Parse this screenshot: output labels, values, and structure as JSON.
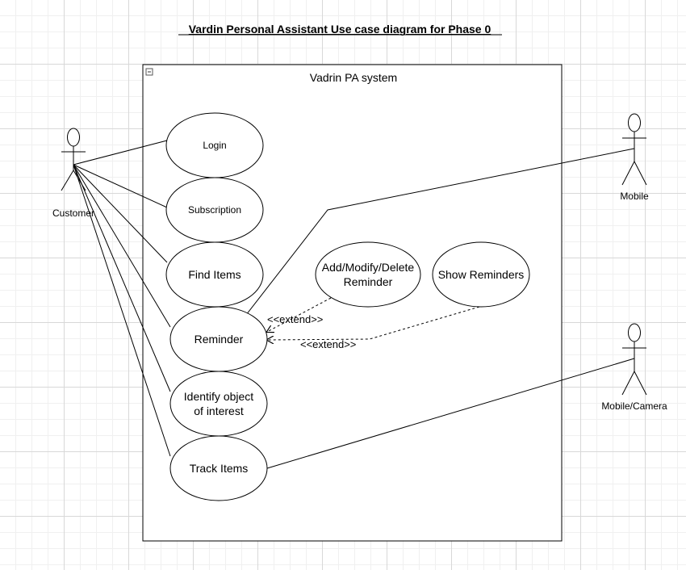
{
  "title": "Vardin Personal Assistant Use case diagram for Phase 0",
  "system": {
    "label": "Vadrin PA system",
    "collapse_icon": "minus-box-icon"
  },
  "actors": {
    "customer": "Customer",
    "mobile": "Mobile",
    "mobile_camera": "Mobile/Camera"
  },
  "use_cases": {
    "login": "Login",
    "subscription": "Subscription",
    "find_items": "Find Items",
    "reminder": "Reminder",
    "identify_line1": "Identify object",
    "identify_line2": "of interest",
    "track_items": "Track Items",
    "add_modify_line1": "Add/Modify/Delete",
    "add_modify_line2": "Reminder",
    "show_reminders": "Show Reminders"
  },
  "relations": {
    "extend_1": "<<extend>>",
    "extend_2": "<<extend>>"
  }
}
